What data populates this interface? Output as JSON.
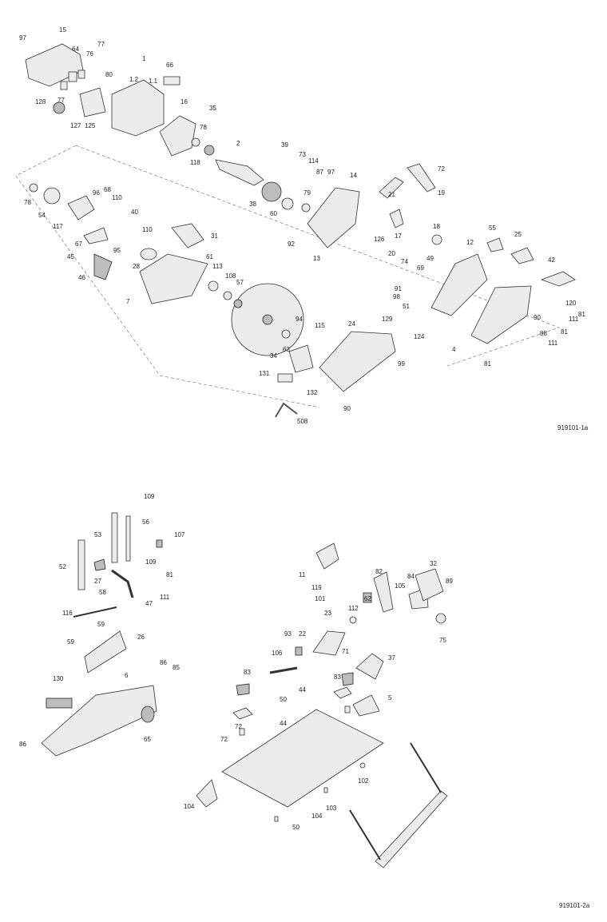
{
  "sheets": [
    {
      "ref": "919101-1a"
    },
    {
      "ref": "919101-2a"
    }
  ],
  "labels": [
    "97",
    "15",
    "64",
    "76",
    "77",
    "1",
    "66",
    "80",
    "1.2",
    "1.1",
    "77",
    "128",
    "127",
    "125",
    "16",
    "78",
    "35",
    "118",
    "2",
    "39",
    "73",
    "114",
    "87",
    "97",
    "14",
    "72",
    "19",
    "21",
    "78",
    "54",
    "117",
    "96",
    "110",
    "68",
    "67",
    "45",
    "40",
    "110",
    "31",
    "38",
    "60",
    "79",
    "92",
    "13",
    "126",
    "17",
    "20",
    "18",
    "55",
    "25",
    "12",
    "46",
    "95",
    "28",
    "7",
    "61",
    "113",
    "108",
    "57",
    "74",
    "69",
    "49",
    "42",
    "91",
    "98",
    "51",
    "120",
    "81",
    "111",
    "94",
    "115",
    "24",
    "129",
    "124",
    "90",
    "88",
    "81",
    "111",
    "4",
    "81",
    "63",
    "34",
    "99",
    "131",
    "132",
    "90",
    "508",
    "109",
    "53",
    "56",
    "107",
    "52",
    "27",
    "109",
    "81",
    "111",
    "47",
    "58",
    "116",
    "59",
    "59",
    "26",
    "130",
    "86",
    "85",
    "6",
    "65",
    "86",
    "11",
    "119",
    "101",
    "82",
    "84",
    "105",
    "32",
    "89",
    "62",
    "112",
    "75",
    "23",
    "93",
    "22",
    "106",
    "71",
    "37",
    "83",
    "83",
    "44",
    "72",
    "50",
    "5",
    "44",
    "72",
    "102",
    "103",
    "104",
    "50",
    "104"
  ]
}
